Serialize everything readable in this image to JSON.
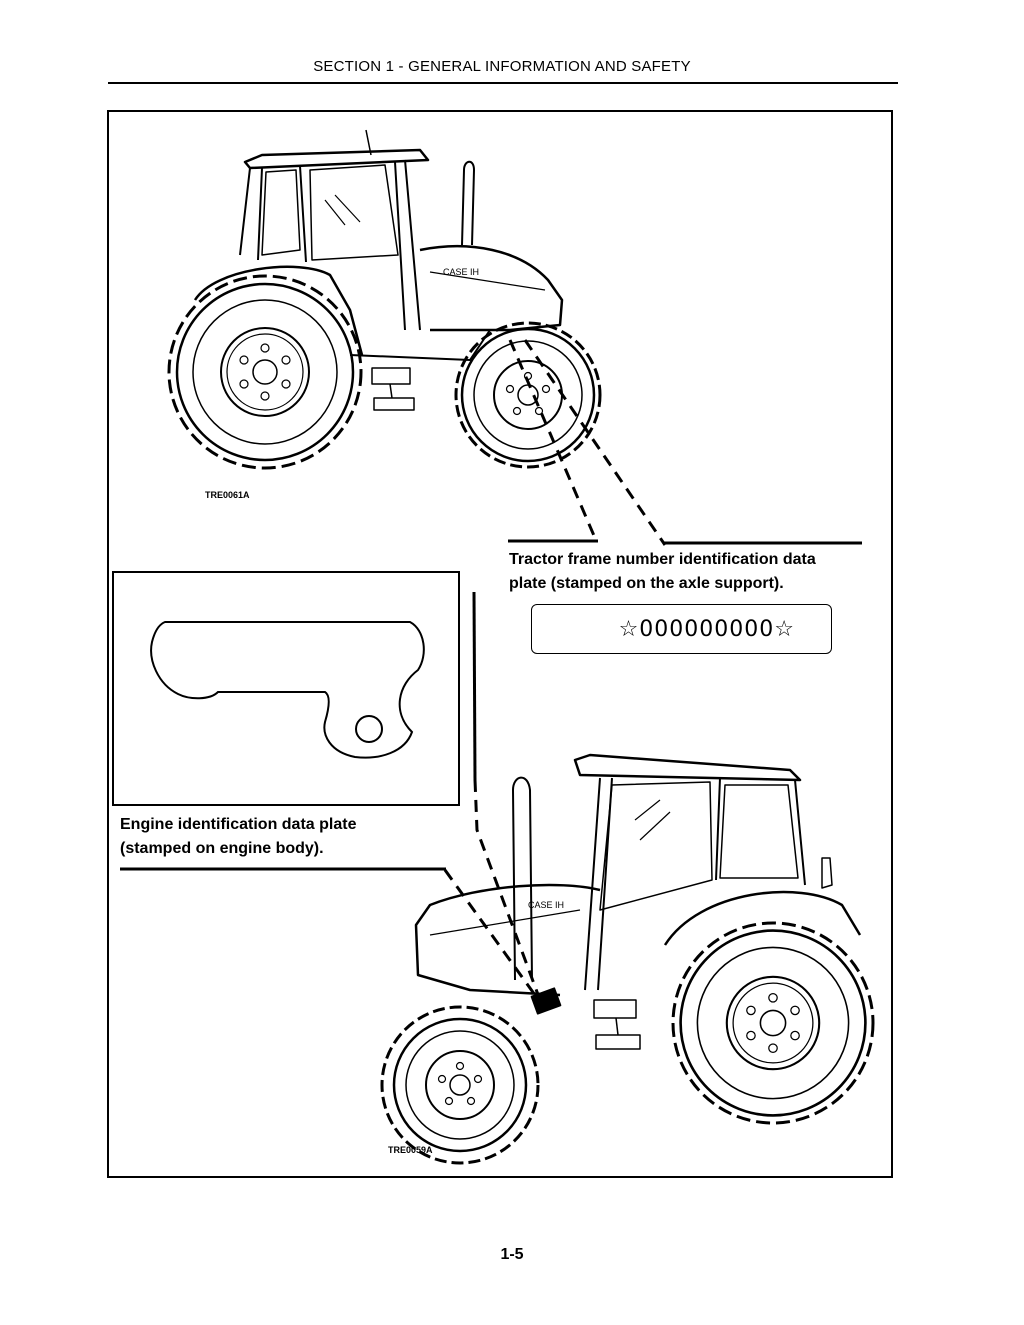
{
  "header": {
    "title": "SECTION 1 - GENERAL INFORMATION AND SAFETY"
  },
  "figure": {
    "top_drawing_code": "TRE0061A",
    "bottom_drawing_code": "TRE0059A"
  },
  "callouts": {
    "frame_plate": [
      "Tractor frame number identification data",
      "plate (stamped on the axle support)."
    ],
    "engine_plate": [
      "Engine identification data plate",
      "(stamped on engine body)."
    ]
  },
  "serial_plate": {
    "text": "☆000000000☆"
  },
  "footer": {
    "page_number": "1-5"
  }
}
